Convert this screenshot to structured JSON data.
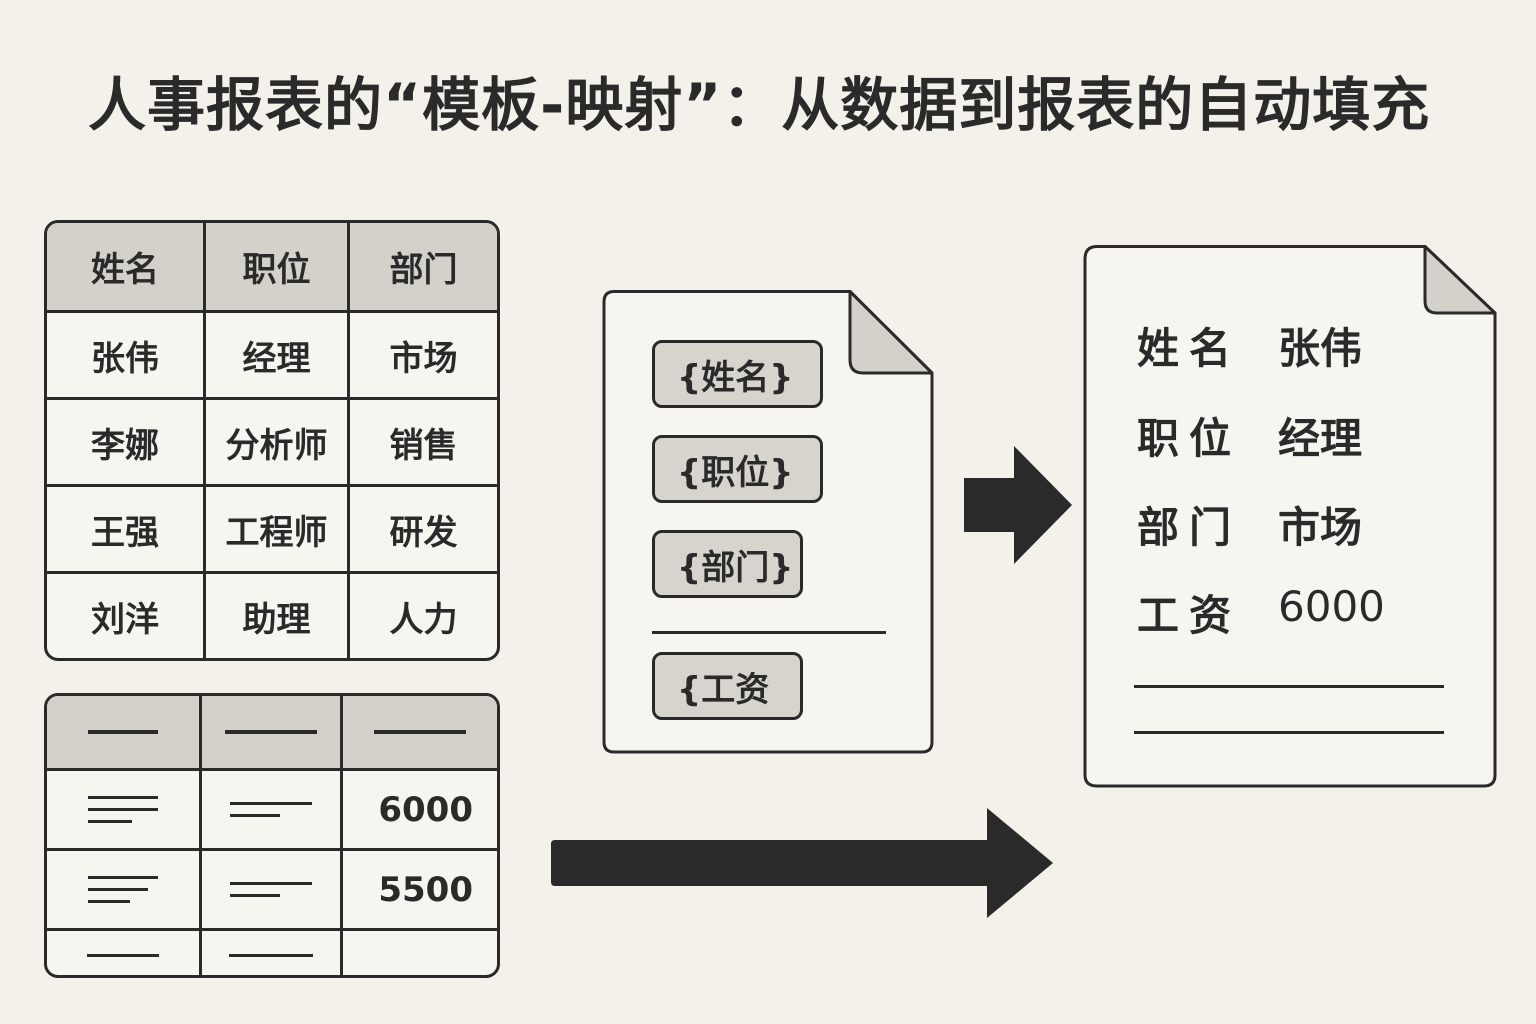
{
  "title": "人事报表的“模板-映射”：从数据到报表的自动填充",
  "employee_table": {
    "headers": [
      "姓名",
      "职位",
      "部门"
    ],
    "rows": [
      [
        "张伟",
        "经理",
        "市场"
      ],
      [
        "李娜",
        "分析师",
        "销售"
      ],
      [
        "王强",
        "工程师",
        "研发"
      ],
      [
        "刘洋",
        "助理",
        "人力"
      ]
    ]
  },
  "salary_table": {
    "values": [
      "6000",
      "5500"
    ]
  },
  "template_doc": {
    "placeholders": [
      "{姓名}",
      "{职位}",
      "{部门}",
      "{工资"
    ]
  },
  "output_doc": {
    "fields": [
      {
        "key": "姓名",
        "value": "张伟"
      },
      {
        "key": "职位",
        "value": "经理"
      },
      {
        "key": "部门",
        "value": "市场"
      },
      {
        "key": "工资",
        "value": "6000"
      }
    ]
  },
  "colors": {
    "background": "#f3f1ea",
    "ink": "#2a2a2a",
    "header_fill": "#d3d1ca",
    "placeholder_fill": "#d6d4cd"
  }
}
